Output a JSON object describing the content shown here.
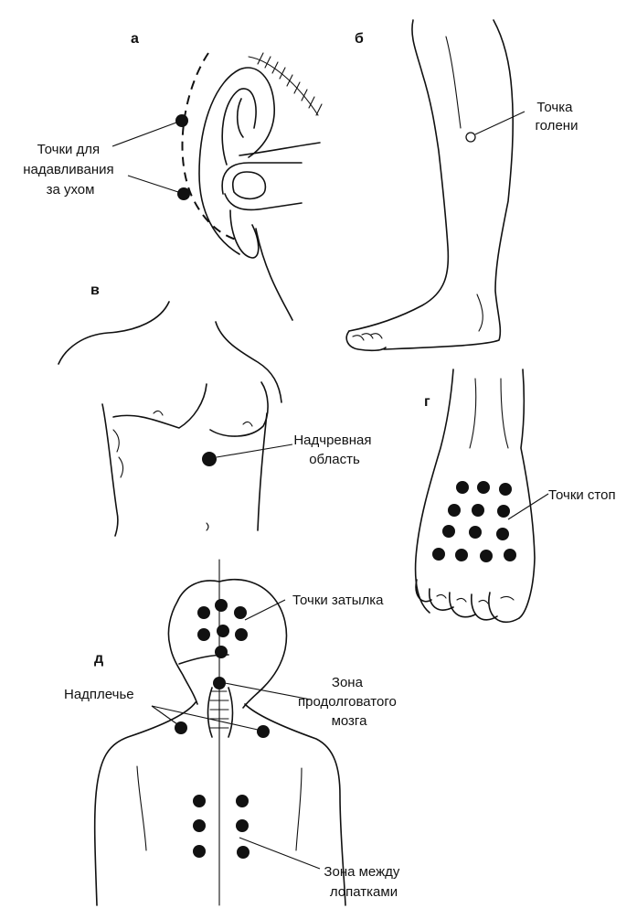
{
  "panels": {
    "a": "а",
    "b": "б",
    "v": "в",
    "g": "г",
    "d": "д"
  },
  "labels": {
    "ear_points": [
      "Точки для",
      "надавливания",
      "за ухом"
    ],
    "shin_point": [
      "Точка",
      "голени"
    ],
    "epigastric": [
      "Надчревная",
      "область"
    ],
    "foot_points": [
      "Точки стоп"
    ],
    "occiput_points": [
      "Точки затылка"
    ],
    "shoulder": [
      "Надплечье"
    ],
    "medulla_zone": [
      "Зона",
      "продолговатого",
      "мозга"
    ],
    "scapular_zone": [
      "Зона между",
      "лопатками"
    ]
  },
  "colors": {
    "ink": "#111111",
    "background": "#ffffff"
  }
}
